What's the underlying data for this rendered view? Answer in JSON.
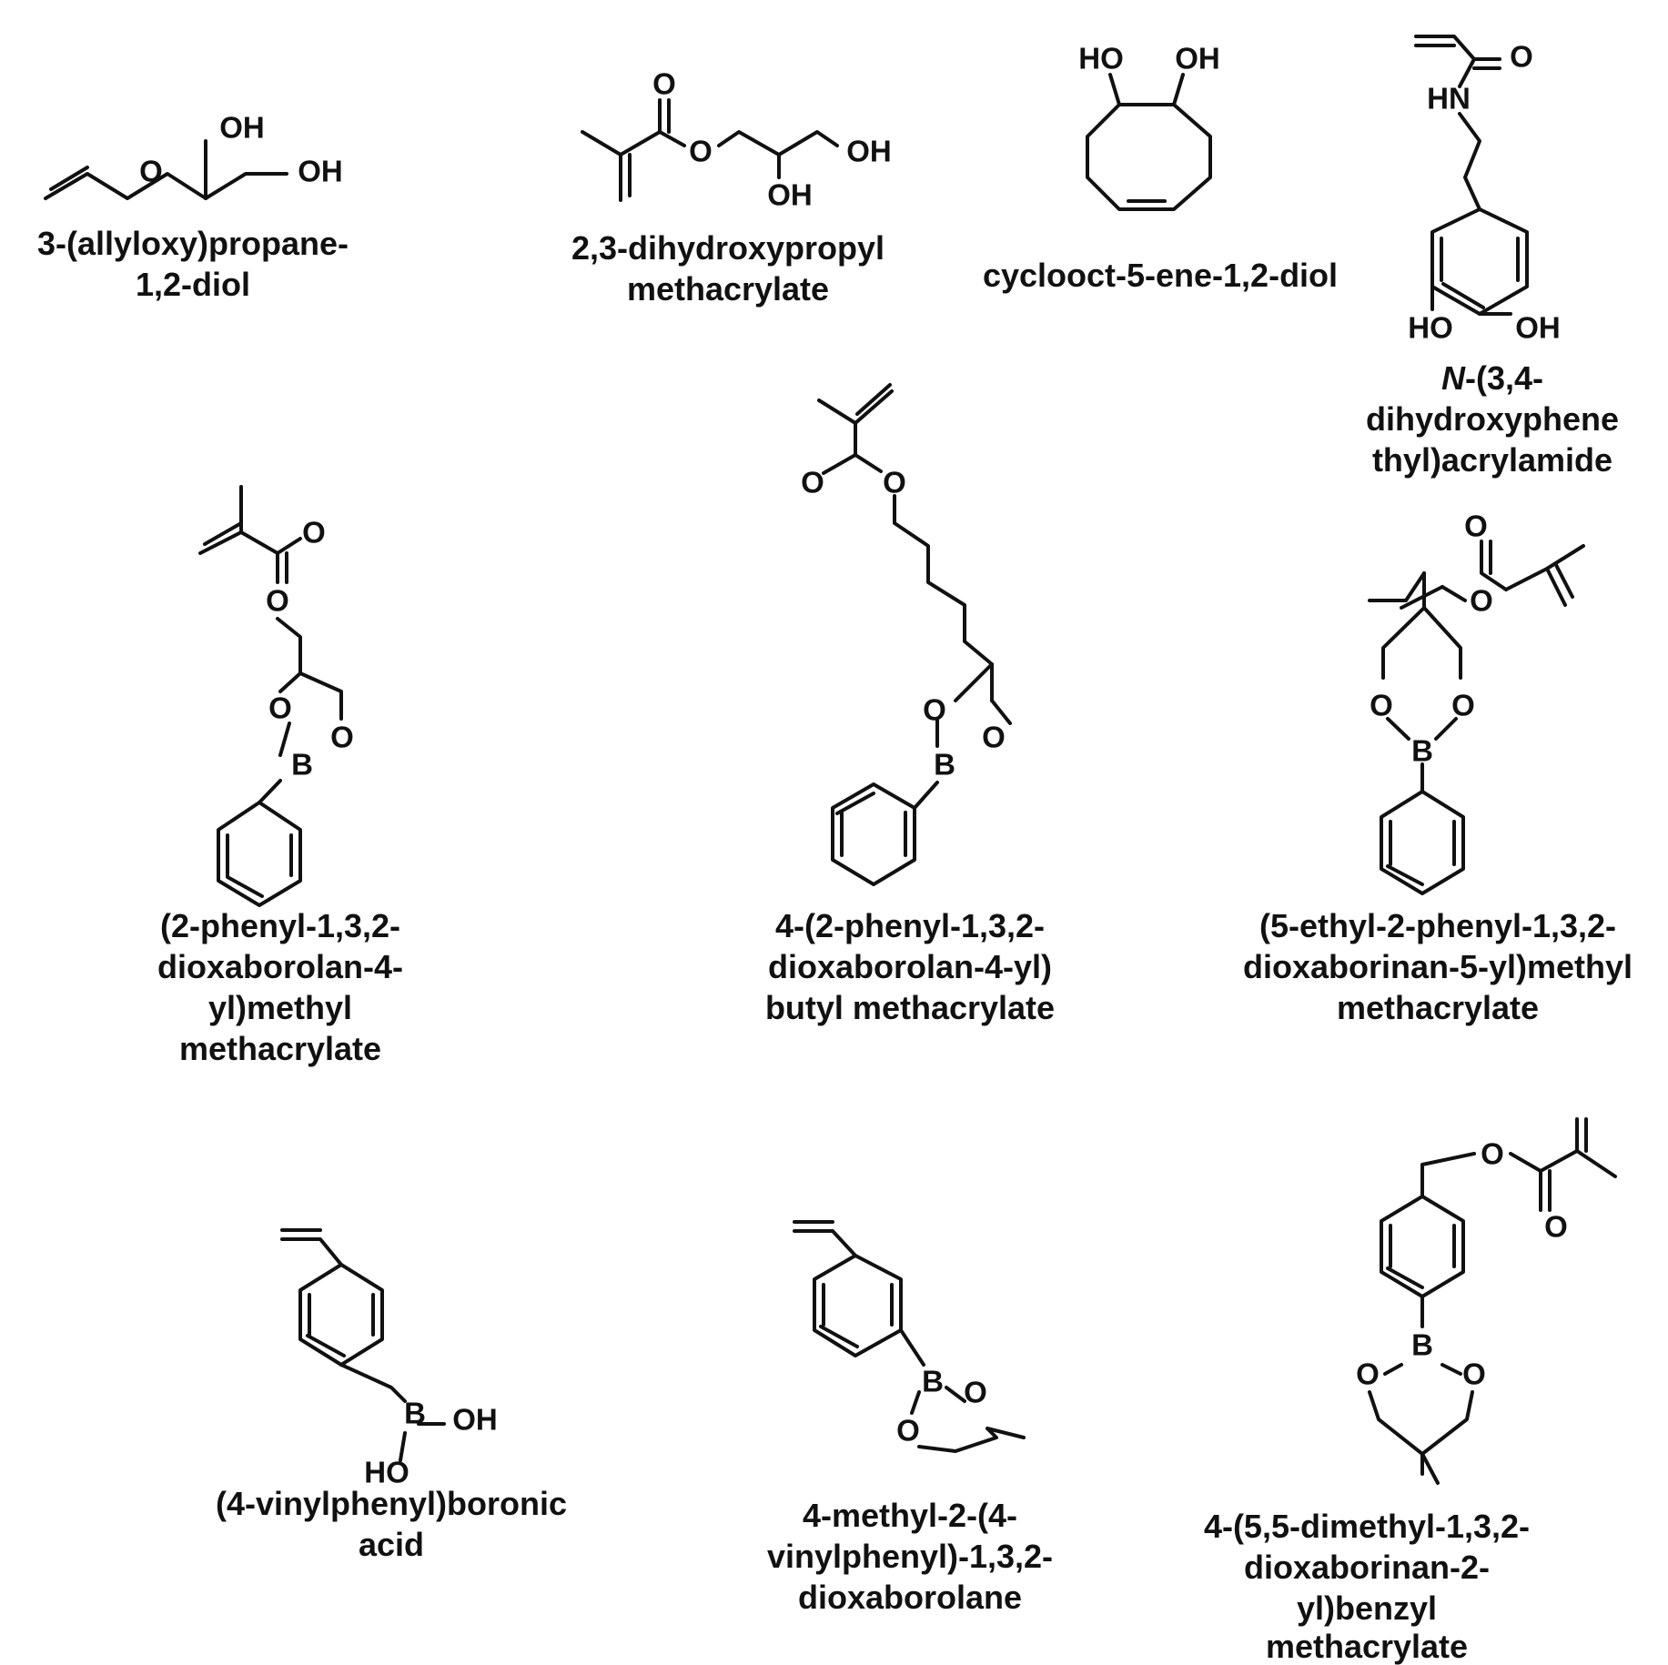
{
  "compounds": [
    {
      "id": "allyloxypropanediol",
      "name": [
        "3-(allyloxy)propane-",
        "1,2-diol"
      ],
      "atoms": {
        "oxy": "O",
        "oh1": "OH",
        "oh2": "OH"
      }
    },
    {
      "id": "dihydroxypropyl-methacrylate",
      "name": [
        "2,3-dihydroxypropyl",
        "methacrylate"
      ],
      "atoms": {
        "carbonyl_o": "O",
        "ester_o": "O",
        "oh1": "OH",
        "oh2": "OH"
      }
    },
    {
      "id": "cyclooctenediol",
      "name": [
        "cyclooct-5-ene-1,2-diol"
      ],
      "atoms": {
        "oh1": "HO",
        "oh2": "OH"
      }
    },
    {
      "id": "dopamine-acrylamide",
      "name_prefix_italic": "N",
      "name": [
        "-(3,4-",
        "dihydroxyphene",
        "thyl)acrylamide"
      ],
      "atoms": {
        "carbonyl_o": "O",
        "nh": "HN",
        "oh1": "HO",
        "oh2": "OH"
      }
    },
    {
      "id": "dioxaborolan-methyl-methacrylate",
      "name": [
        "(2-phenyl-1,3,2-",
        "dioxaborolan-4-",
        "yl)methyl",
        "methacrylate"
      ],
      "atoms": {
        "carbonyl_o": "O",
        "ester_o": "O",
        "ring_o1": "O",
        "ring_o2": "O",
        "boron": "B"
      }
    },
    {
      "id": "dioxaborolan-butyl-methacrylate",
      "name": [
        "4-(2-phenyl-1,3,2-",
        "dioxaborolan-4-yl)",
        "butyl methacrylate"
      ],
      "atoms": {
        "carbonyl_o": "O",
        "ester_o": "O",
        "ring_o1": "O",
        "ring_o2": "O",
        "boron": "B"
      }
    },
    {
      "id": "dioxaborinan-methyl-methacrylate",
      "name": [
        "(5-ethyl-2-phenyl-1,3,2-",
        "dioxaborinan-5-yl)methyl",
        "methacrylate"
      ],
      "atoms": {
        "carbonyl_o": "O",
        "ester_o": "O",
        "ring_o1": "O",
        "ring_o2": "O",
        "boron": "B"
      }
    },
    {
      "id": "vinylphenylboronic-acid",
      "name": [
        "(4-vinylphenyl)boronic",
        "acid"
      ],
      "atoms": {
        "boron": "B",
        "oh1": "OH",
        "oh2": "HO"
      }
    },
    {
      "id": "methyl-vinylphenyl-dioxaborolane",
      "name": [
        "4-methyl-2-(4-",
        "vinylphenyl)-1,3,2-",
        "dioxaborolane"
      ],
      "atoms": {
        "boron": "B",
        "ring_o1": "O",
        "ring_o2": "O"
      }
    },
    {
      "id": "dimethyl-dioxaborinan-benzyl-methacrylate",
      "name": [
        "4-(5,5-dimethyl-1,3,2-",
        "dioxaborinan-2-",
        "yl)benzyl",
        "methacrylate"
      ],
      "atoms": {
        "ester_o": "O",
        "carbonyl_o": "O",
        "boron": "B",
        "ring_o1": "O",
        "ring_o2": "O"
      }
    }
  ]
}
